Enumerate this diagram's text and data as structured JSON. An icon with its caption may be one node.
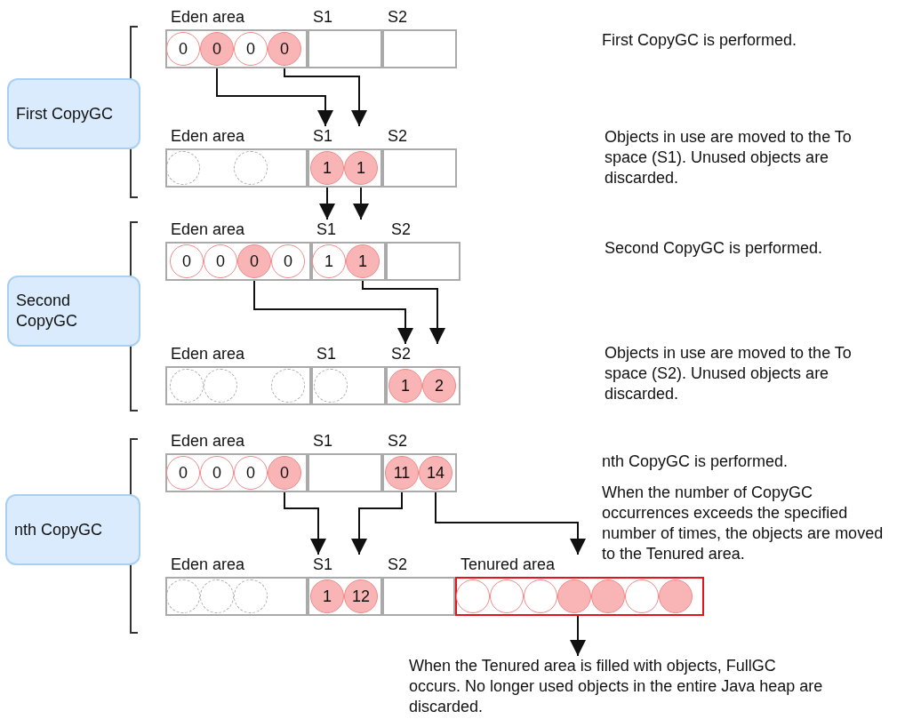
{
  "diagram": {
    "nodes": [
      {
        "text": [
          "Eden area"
        ]
      },
      {
        "text": [
          "0"
        ],
        "in": 0
      },
      {
        "text": [
          "0"
        ],
        "in": 0
      },
      {
        "text": [
          "0"
        ],
        "in": 0
      },
      {
        "text": [
          "0"
        ],
        "in": 0
      },
      {
        "text": [
          "S1"
        ]
      },
      {
        "text": [
          "S2"
        ]
      },
      {
        "text": [
          "First CopyGC"
        ]
      },
      {
        "text": [
          "Eden area"
        ]
      },
      {
        "text": [],
        "shape": "circle",
        "in": 8
      },
      {
        "text": [],
        "shape": "circle",
        "in": 8
      },
      {
        "text": [
          "S1"
        ]
      },
      {
        "text": [
          "1"
        ],
        "in": 11
      },
      {
        "text": [
          "1"
        ],
        "in": 11
      },
      {
        "text": [
          "S2"
        ]
      },
      {
        "text": [
          "Eden area"
        ]
      },
      {
        "text": [
          "0"
        ],
        "in": 15
      },
      {
        "text": [
          "0"
        ],
        "in": 15
      },
      {
        "text": [
          "0"
        ],
        "in": 15
      },
      {
        "text": [
          "0"
        ],
        "in": 15
      },
      {
        "text": [
          "S1"
        ]
      },
      {
        "text": [
          "1"
        ],
        "in": 20
      },
      {
        "text": [
          "1"
        ],
        "in": 20
      },
      {
        "text": [
          "S2"
        ]
      },
      {
        "text": [
          "Second CopyGC"
        ]
      },
      {
        "text": [
          "Eden area"
        ]
      },
      {
        "text": [],
        "shape": "circle",
        "in": 25
      },
      {
        "text": [],
        "shape": "circle",
        "in": 25
      },
      {
        "text": [],
        "shape": "circle",
        "in": 25
      },
      {
        "text": [
          "S1"
        ]
      },
      {
        "text": [],
        "shape": "circle",
        "in": 29
      },
      {
        "text": [
          "S2"
        ]
      },
      {
        "text": [
          "1"
        ],
        "in": 31
      },
      {
        "text": [
          "2"
        ],
        "in": 31
      },
      {
        "text": [
          "Eden area"
        ]
      },
      {
        "text": [
          "0"
        ],
        "in": 34
      },
      {
        "text": [
          "0"
        ],
        "in": 34
      },
      {
        "text": [
          "0"
        ],
        "in": 34
      },
      {
        "text": [
          "0"
        ],
        "in": 34
      },
      {
        "text": [
          "S1"
        ]
      },
      {
        "text": [
          "S2"
        ]
      },
      {
        "text": [
          "11"
        ],
        "in": 40
      },
      {
        "text": [
          "14"
        ],
        "in": 40
      },
      {
        "text": [
          "nth CopyGC"
        ]
      },
      {
        "text": [
          "Eden area"
        ]
      },
      {
        "text": [],
        "shape": "circle",
        "in": 44
      },
      {
        "text": [],
        "shape": "circle",
        "in": 44
      },
      {
        "text": [],
        "shape": "circle",
        "in": 44
      },
      {
        "text": [
          "S1"
        ]
      },
      {
        "text": [
          "1"
        ],
        "in": 48
      },
      {
        "text": [
          "12"
        ],
        "in": 48
      },
      {
        "text": [
          "S2"
        ]
      },
      {
        "text": [
          "Tenured area"
        ]
      },
      {
        "text": [],
        "shape": "circle",
        "in": 52
      },
      {
        "text": [],
        "shape": "circle",
        "in": 52
      },
      {
        "text": [],
        "shape": "circle",
        "in": 52
      },
      {
        "text": [],
        "shape": "circle",
        "in": 52
      },
      {
        "text": [],
        "shape": "circle",
        "in": 52
      },
      {
        "text": [],
        "shape": "circle",
        "in": 52
      },
      {
        "text": [],
        "shape": "circle",
        "in": 52
      },
      {
        "text": [
          "When the Tenured area is filled with objects, FullGC occurs. No longer used objects in the entire Java heap are discarded."
        ]
      }
    ],
    "edges": [
      {
        "from": 2,
        "to": 11,
        "arrow": "to"
      },
      {
        "from": 4,
        "to": 11,
        "arrow": "to"
      },
      {
        "from": 12,
        "to": 20,
        "arrow": "to"
      },
      {
        "from": 13,
        "to": 20,
        "arrow": "to"
      },
      {
        "from": 18,
        "to": 31,
        "arrow": "to"
      },
      {
        "from": 22,
        "to": 31,
        "arrow": "to"
      },
      {
        "from": 38,
        "to": 48,
        "arrow": "to"
      },
      {
        "from": 41,
        "to": 48,
        "arrow": "to"
      },
      {
        "from": 42,
        "to": 52,
        "arrow": "to"
      },
      {
        "from": 52,
        "to": 60,
        "arrow": "to"
      }
    ],
    "labels": [
      "First CopyGC is performed.",
      "Objects in use are moved to the To space (S1). Unused objects are discarded.",
      "Second CopyGC is performed.",
      "Objects in use are moved to the To space (S2). Unused objects are discarded.",
      "nth CopyGC is performed.",
      "When the number of CopyGC occurrences exceeds the specified number of times, the objects are moved to the Tenured area."
    ]
  }
}
